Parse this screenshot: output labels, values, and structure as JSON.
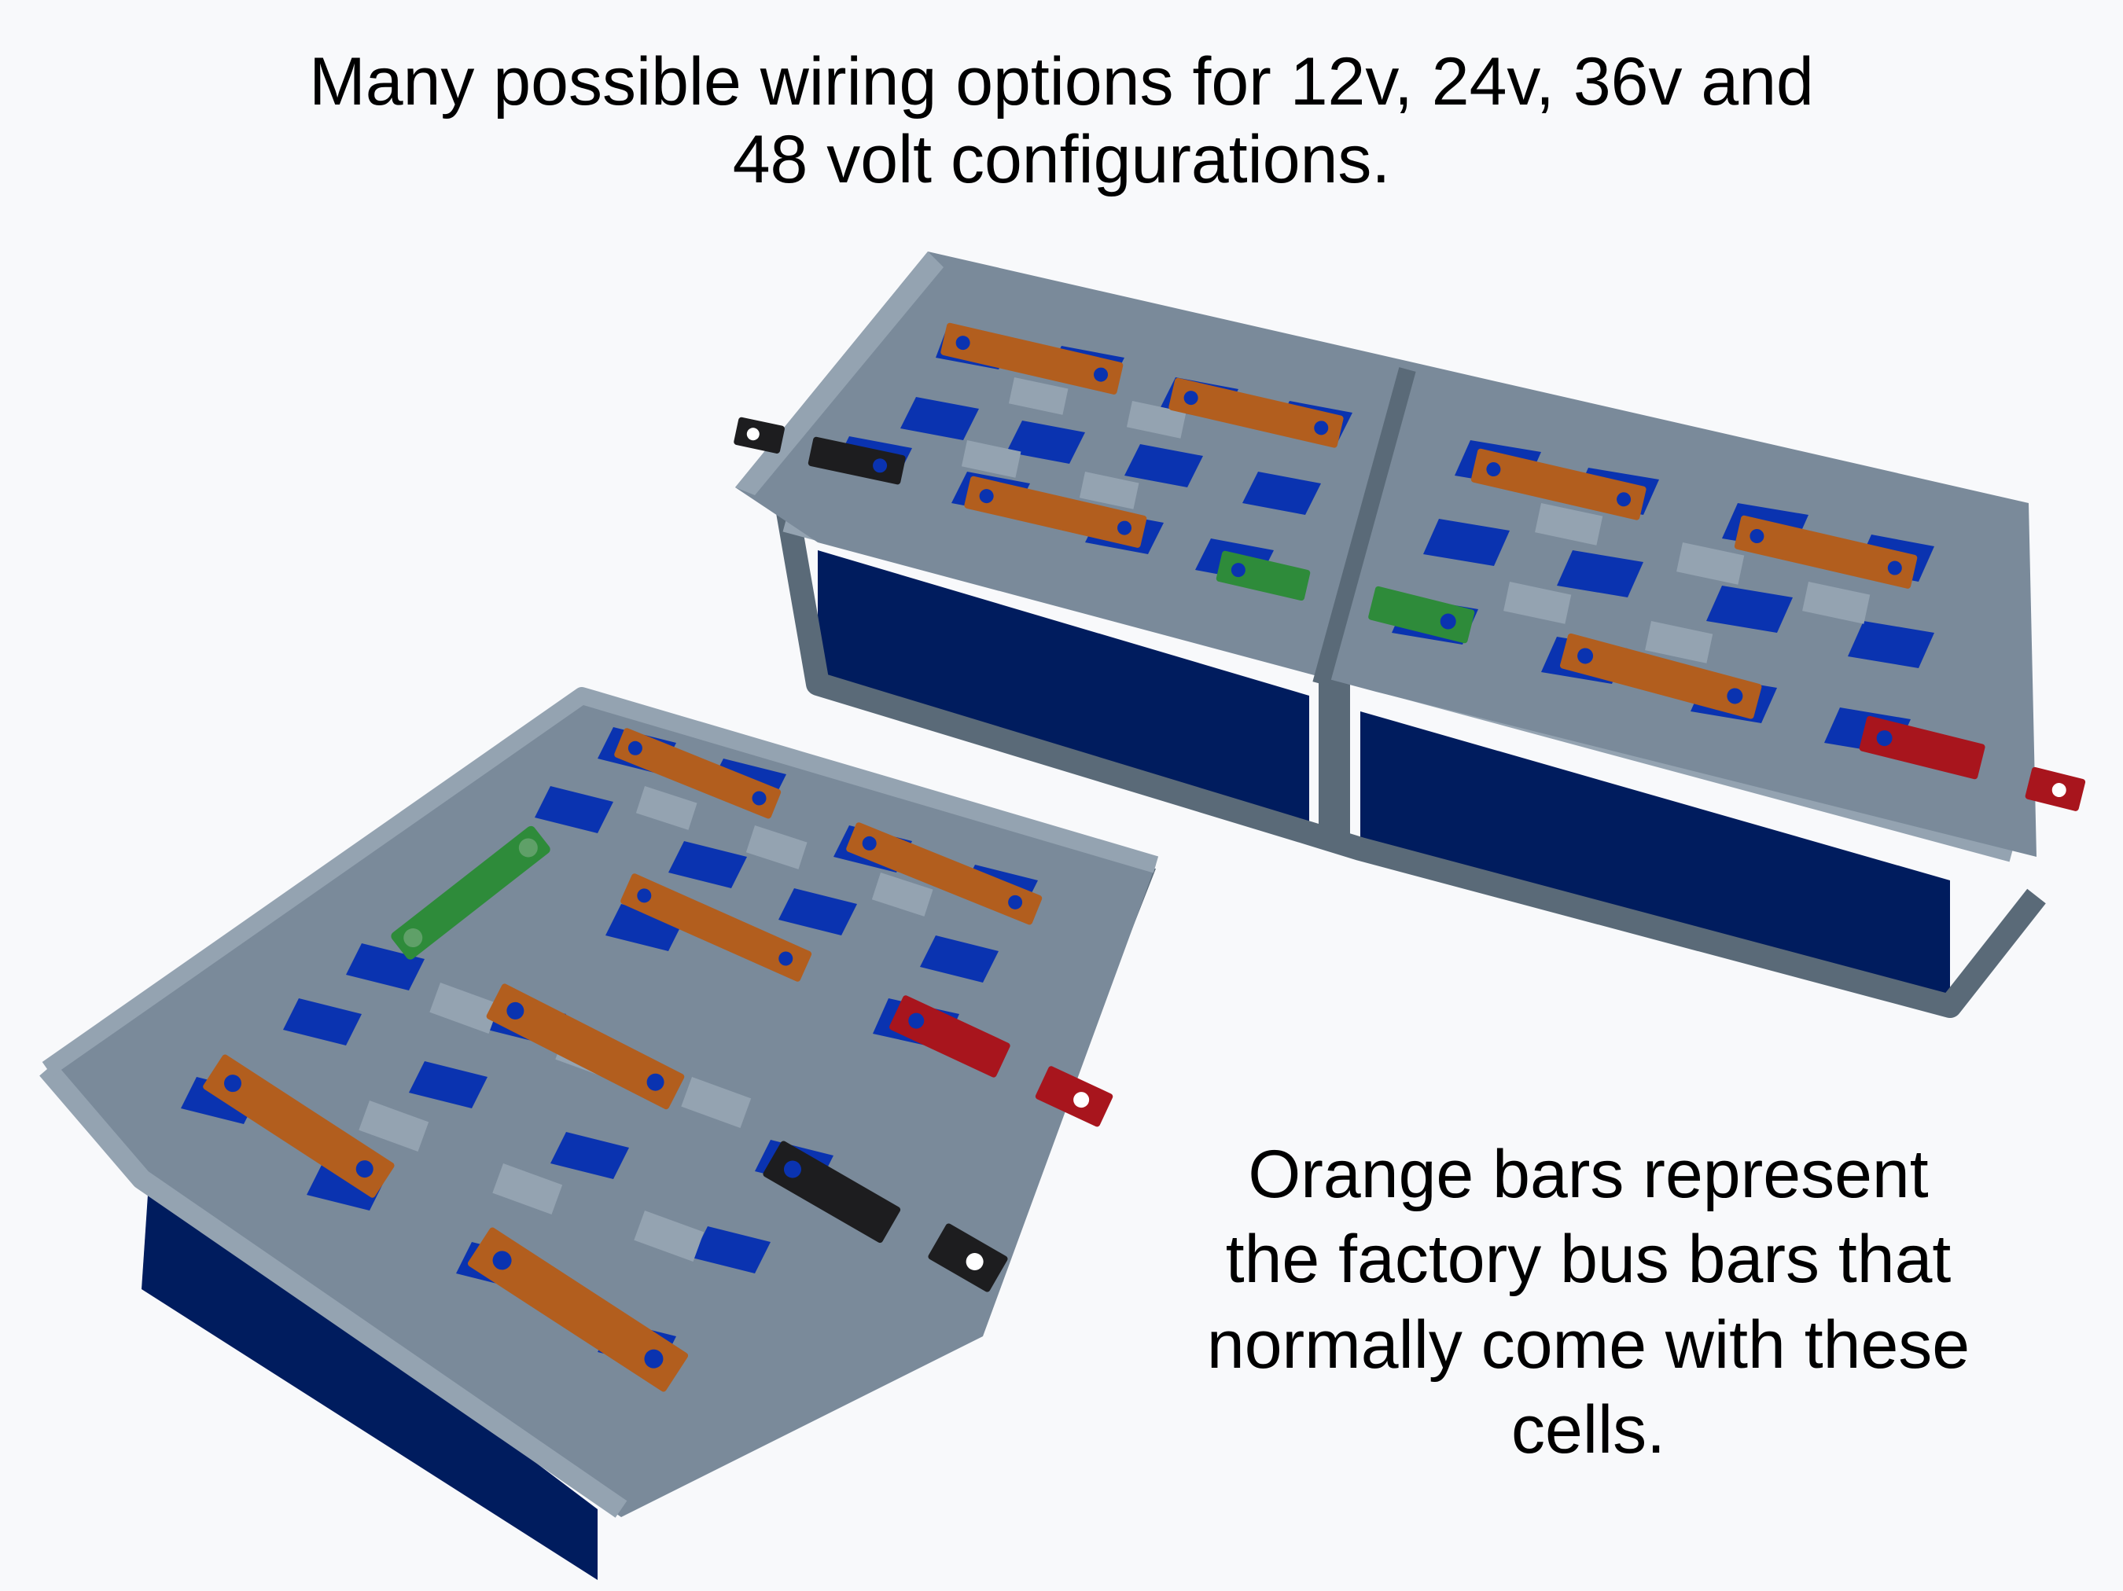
{
  "captions": {
    "top": [
      "Many possible wiring options for 12v, 24v, 36v and",
      "48 volt configurations."
    ],
    "side": [
      "Orange bars represent",
      "the factory bus bars that",
      "normally come with these",
      "cells."
    ]
  },
  "colors": {
    "background": "#f8f9fb",
    "frame": "#7a8a9a",
    "frame_dark": "#5a6a78",
    "frame_light": "#94a3b1",
    "cell_panel": "#001c5e",
    "cell_terminal": "#0a33b0",
    "bus_bar_factory": "#b25e1e",
    "bus_bar_jumper": "#2e8b3a",
    "terminal_positive": "#a8151d",
    "terminal_negative": "#1d1d1f"
  }
}
